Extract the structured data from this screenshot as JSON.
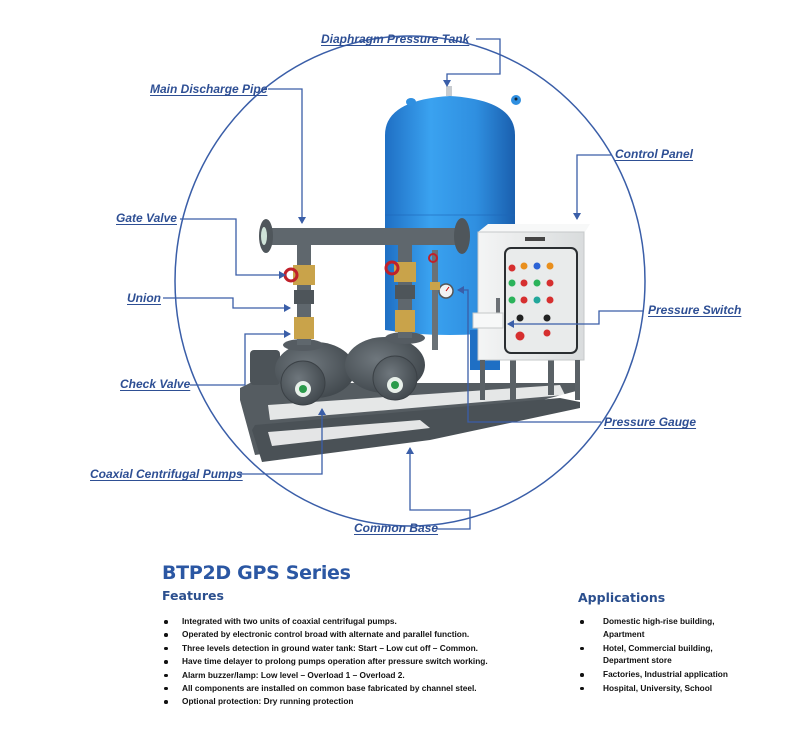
{
  "diagram": {
    "labels": {
      "diaphragm_tank": "Diaphragm Pressure Tank",
      "main_discharge_pipe": "Main Discharge Pipe",
      "control_panel": "Control Panel",
      "gate_valve": "Gate Valve",
      "union": "Union",
      "pressure_switch": "Pressure Switch",
      "check_valve": "Check Valve",
      "pressure_gauge": "Pressure Gauge",
      "coaxial_pumps": "Coaxial Centrifugal Pumps",
      "common_base": "Common Base"
    },
    "colors": {
      "label": "#2e4f94",
      "leader_line": "#3a5ea8",
      "tank": "#2f8fe0",
      "pipe": "#5f676d",
      "panel": "#eceeee",
      "base": "#4d5358"
    }
  },
  "product": {
    "title": "BTP2D GPS Series"
  },
  "features": {
    "heading": "Features",
    "items": [
      "Integrated with two units of coaxial centrifugal pumps.",
      "Operated by electronic control broad with alternate and parallel function.",
      "Three levels detection in ground water tank: Start – Low cut off – Common.",
      "Have time delayer to prolong pumps operation after pressure switch working.",
      "Alarm buzzer/lamp: Low level – Overload 1 – Overload 2.",
      "All components are installed on common base fabricated by channel steel.",
      "Optional protection: Dry running protection"
    ]
  },
  "applications": {
    "heading": "Applications",
    "items": [
      "Domestic high-rise building, Apartment",
      "Hotel, Commercial building, Department store",
      "Factories, Industrial application",
      "Hospital, University, School"
    ]
  }
}
